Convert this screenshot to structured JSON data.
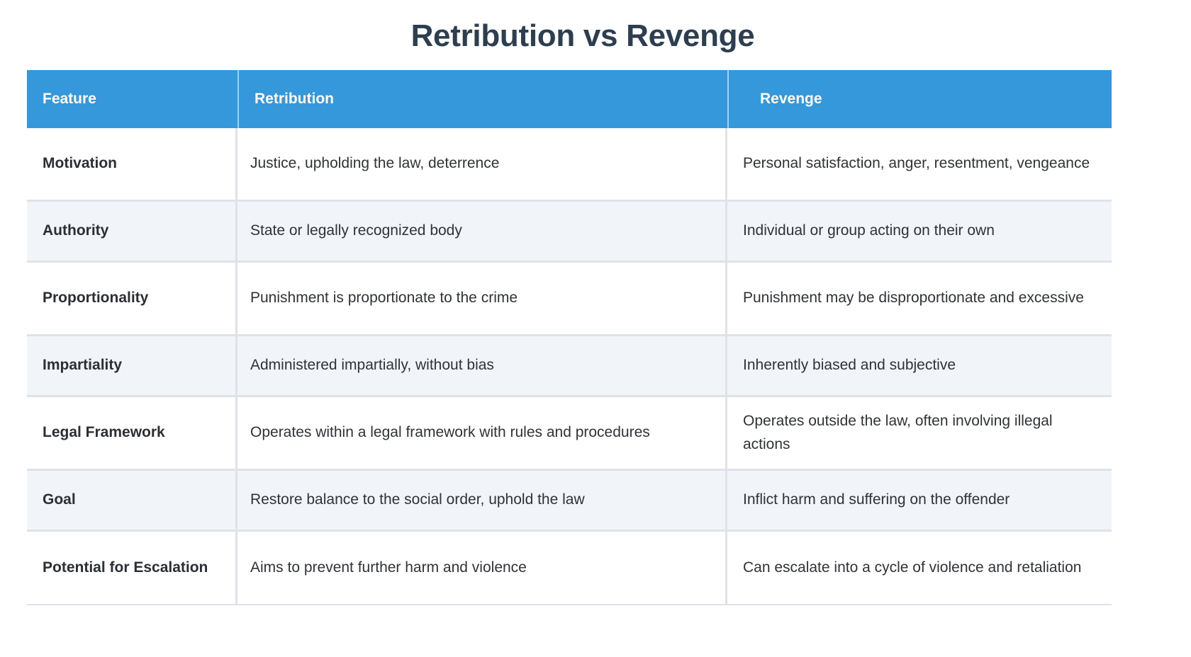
{
  "page": {
    "title": "Retribution vs Revenge"
  },
  "colors": {
    "title_color": "#2c3e50",
    "header_bg": "#3498db",
    "header_text": "#ffffff",
    "row_alt_bg": "#f1f4f9",
    "row_bg": "#ffffff",
    "border": "#dfe3e8",
    "body_text": "#2f3337"
  },
  "table": {
    "headers": {
      "feature": "Feature",
      "retribution": "Retribution",
      "revenge": "Revenge"
    },
    "rows": [
      {
        "feature": "Motivation",
        "retribution": "Justice, upholding the law, deterrence",
        "revenge": "Personal satisfaction, anger, resentment, vengeance"
      },
      {
        "feature": "Authority",
        "retribution": "State or legally recognized body",
        "revenge": "Individual or group acting on their own"
      },
      {
        "feature": "Proportionality",
        "retribution": "Punishment is proportionate to the crime",
        "revenge": "Punishment may be disproportionate and excessive"
      },
      {
        "feature": "Impartiality",
        "retribution": "Administered impartially, without bias",
        "revenge": "Inherently biased and subjective"
      },
      {
        "feature": "Legal Framework",
        "retribution": "Operates within a legal framework with rules and procedures",
        "revenge": "Operates outside the law, often involving illegal actions"
      },
      {
        "feature": "Goal",
        "retribution": "Restore balance to the social order, uphold the law",
        "revenge": "Inflict harm and suffering on the offender"
      },
      {
        "feature": "Potential for Escalation",
        "retribution": "Aims to prevent further harm and violence",
        "revenge": "Can escalate into a cycle of violence and retaliation"
      }
    ]
  }
}
